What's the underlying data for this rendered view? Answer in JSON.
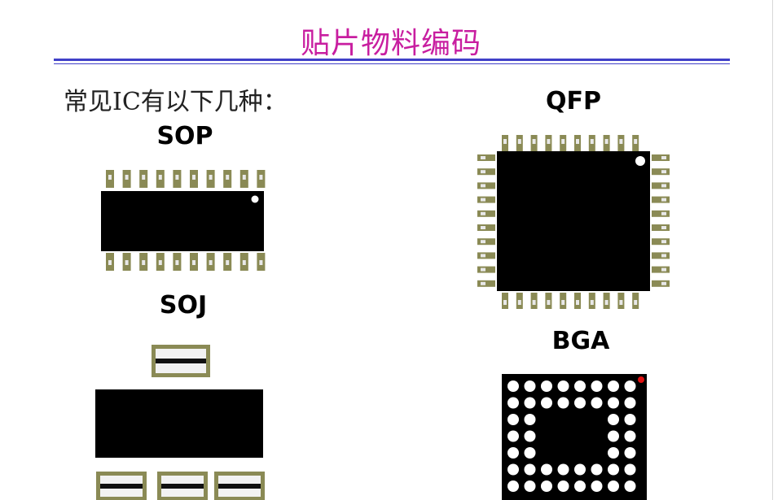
{
  "slide": {
    "title": "贴片物料编码",
    "intro": "常见IC有以下几种："
  },
  "packages": {
    "sop": {
      "label": "SOP",
      "pins_per_side": 10
    },
    "qfp": {
      "label": "QFP",
      "pins_per_side": 10
    },
    "soj": {
      "label": "SOJ"
    },
    "bga": {
      "label": "BGA"
    }
  },
  "colors": {
    "title": "#c81ea0",
    "rule": "#4040c8",
    "body": "#000000",
    "pin": "#8a8a55",
    "pin_inner": "#e8e8e8",
    "marker_white": "#ffffff",
    "marker_red": "#e01010"
  }
}
